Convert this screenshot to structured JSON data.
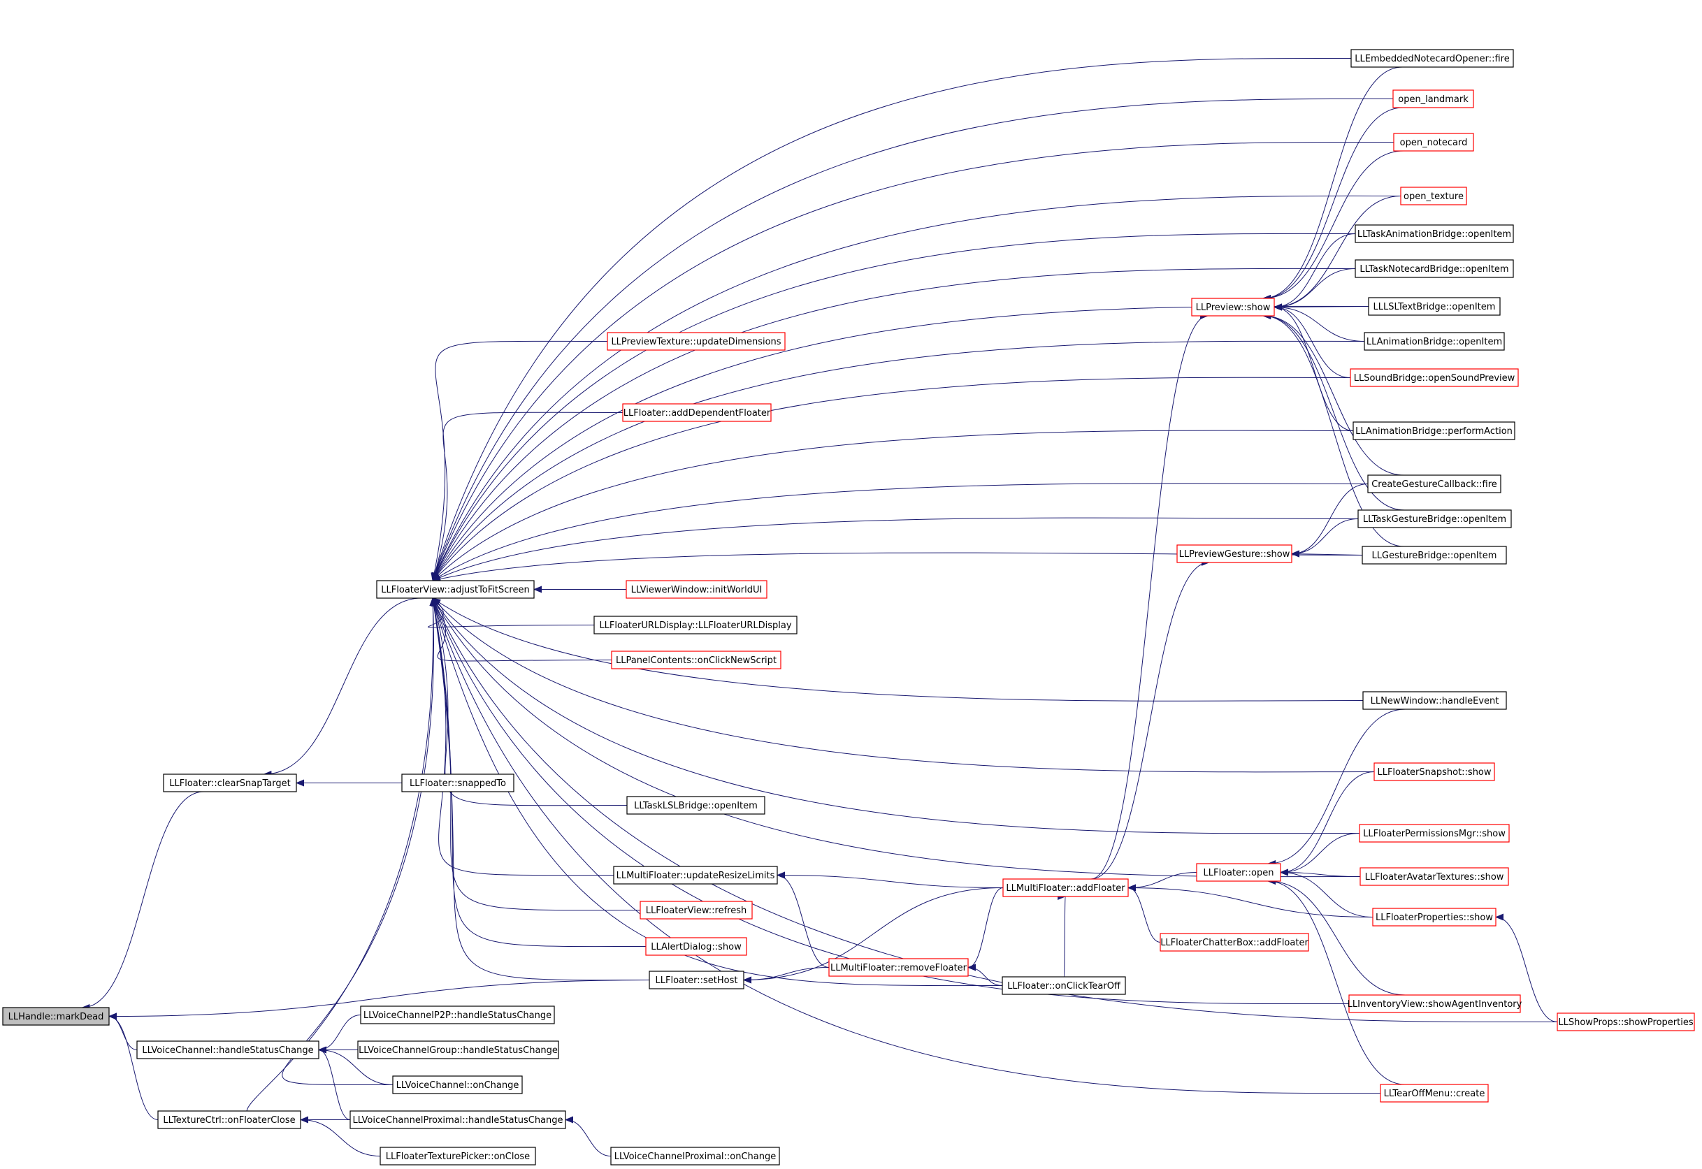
{
  "colors": {
    "edge": "#191970",
    "node_border_default": "#000000",
    "node_border_incomplete": "#ff0000",
    "node_fill": "#ffffff",
    "node_fill_root": "#bfbfbf",
    "text": "#000000"
  },
  "nodes": [
    {
      "id": "markDead",
      "label": "LLHandle::markDead",
      "style": "root"
    },
    {
      "id": "clearSnap",
      "label": "LLFloater::clearSnapTarget",
      "style": "black"
    },
    {
      "id": "snappedTo",
      "label": "LLFloater::snappedTo",
      "style": "black"
    },
    {
      "id": "vcHandle",
      "label": "LLVoiceChannel::handleStatusChange",
      "style": "black"
    },
    {
      "id": "texClose",
      "label": "LLTextureCtrl::onFloaterClose",
      "style": "black"
    },
    {
      "id": "adjust",
      "label": "LLFloaterView::adjustToFitScreen",
      "style": "black"
    },
    {
      "id": "setHost",
      "label": "LLFloater::setHost",
      "style": "black"
    },
    {
      "id": "p2p",
      "label": "LLVoiceChannelP2P::handleStatusChange",
      "style": "black"
    },
    {
      "id": "group",
      "label": "LLVoiceChannelGroup::handleStatusChange",
      "style": "black"
    },
    {
      "id": "vcOnChange",
      "label": "LLVoiceChannel::onChange",
      "style": "black"
    },
    {
      "id": "proxHandle",
      "label": "LLVoiceChannelProximal::handleStatusChange",
      "style": "black"
    },
    {
      "id": "pickerClose",
      "label": "LLFloaterTexturePicker::onClose",
      "style": "black"
    },
    {
      "id": "proxOnChange",
      "label": "LLVoiceChannelProximal::onChange",
      "style": "black"
    },
    {
      "id": "prevTexUpd",
      "label": "LLPreviewTexture::updateDimensions",
      "style": "red"
    },
    {
      "id": "addDep",
      "label": "LLFloater::addDependentFloater",
      "style": "red"
    },
    {
      "id": "initWorld",
      "label": "LLViewerWindow::initWorldUI",
      "style": "red"
    },
    {
      "id": "urlDisplay",
      "label": "LLFloaterURLDisplay::LLFloaterURLDisplay",
      "style": "black"
    },
    {
      "id": "newScript",
      "label": "LLPanelContents::onClickNewScript",
      "style": "red"
    },
    {
      "id": "taskLSL",
      "label": "LLTaskLSLBridge::openItem",
      "style": "black"
    },
    {
      "id": "resizeLim",
      "label": "LLMultiFloater::updateResizeLimits",
      "style": "black"
    },
    {
      "id": "fvRefresh",
      "label": "LLFloaterView::refresh",
      "style": "red"
    },
    {
      "id": "alertShow",
      "label": "LLAlertDialog::show",
      "style": "red"
    },
    {
      "id": "removeFl",
      "label": "LLMultiFloater::removeFloater",
      "style": "red"
    },
    {
      "id": "addFl",
      "label": "LLMultiFloater::addFloater",
      "style": "red"
    },
    {
      "id": "tearOff",
      "label": "LLFloater::onClickTearOff",
      "style": "black"
    },
    {
      "id": "chatter",
      "label": "LLFloaterChatterBox::addFloater",
      "style": "red"
    },
    {
      "id": "preview",
      "label": "LLPreview::show",
      "style": "red"
    },
    {
      "id": "prevGest",
      "label": "LLPreviewGesture::show",
      "style": "red"
    },
    {
      "id": "flOpen",
      "label": "LLFloater::open",
      "style": "red"
    },
    {
      "id": "embNote",
      "label": "LLEmbeddedNotecardOpener::fire",
      "style": "black"
    },
    {
      "id": "openLand",
      "label": "open_landmark",
      "style": "red"
    },
    {
      "id": "openNote",
      "label": "open_notecard",
      "style": "red"
    },
    {
      "id": "openTex",
      "label": "open_texture",
      "style": "red"
    },
    {
      "id": "taskAnim",
      "label": "LLTaskAnimationBridge::openItem",
      "style": "black"
    },
    {
      "id": "taskNote",
      "label": "LLTaskNotecardBridge::openItem",
      "style": "black"
    },
    {
      "id": "lslText",
      "label": "LLLSLTextBridge::openItem",
      "style": "black"
    },
    {
      "id": "animOpen",
      "label": "LLAnimationBridge::openItem",
      "style": "black"
    },
    {
      "id": "soundPrev",
      "label": "LLSoundBridge::openSoundPreview",
      "style": "red"
    },
    {
      "id": "animPerf",
      "label": "LLAnimationBridge::performAction",
      "style": "black"
    },
    {
      "id": "gestCb",
      "label": "CreateGestureCallback::fire",
      "style": "black"
    },
    {
      "id": "taskGest",
      "label": "LLTaskGestureBridge::openItem",
      "style": "black"
    },
    {
      "id": "gestOpen",
      "label": "LLGestureBridge::openItem",
      "style": "black"
    },
    {
      "id": "newWin",
      "label": "LLNewWindow::handleEvent",
      "style": "black"
    },
    {
      "id": "snapShow",
      "label": "LLFloaterSnapshot::show",
      "style": "red"
    },
    {
      "id": "permShow",
      "label": "LLFloaterPermissionsMgr::show",
      "style": "red"
    },
    {
      "id": "avTex",
      "label": "LLFloaterAvatarTextures::show",
      "style": "red"
    },
    {
      "id": "propShow",
      "label": "LLFloaterProperties::show",
      "style": "red"
    },
    {
      "id": "invShow",
      "label": "LLInventoryView::showAgentInventory",
      "style": "red"
    },
    {
      "id": "showProps",
      "label": "LLShowProps::showProperties",
      "style": "red"
    },
    {
      "id": "tearMenu",
      "label": "LLTearOffMenu::create",
      "style": "red"
    }
  ],
  "edges": [
    [
      "clearSnap",
      "markDead"
    ],
    [
      "vcHandle",
      "markDead"
    ],
    [
      "texClose",
      "markDead"
    ],
    [
      "setHost",
      "markDead"
    ],
    [
      "adjust",
      "clearSnap"
    ],
    [
      "snappedTo",
      "clearSnap"
    ],
    [
      "p2p",
      "vcHandle"
    ],
    [
      "group",
      "vcHandle"
    ],
    [
      "vcOnChange",
      "vcHandle"
    ],
    [
      "proxHandle",
      "vcHandle"
    ],
    [
      "pickerClose",
      "texClose"
    ],
    [
      "proxOnChange",
      "proxHandle"
    ],
    [
      "addFl",
      "setHost"
    ],
    [
      "removeFl",
      "setHost"
    ],
    [
      "tearOff",
      "removeFl"
    ],
    [
      "addFl",
      "removeFl"
    ],
    [
      "removeFl",
      "resizeLim"
    ],
    [
      "addFl",
      "resizeLim"
    ],
    [
      "tearOff",
      "addFl"
    ],
    [
      "flOpen",
      "addFl"
    ],
    [
      "propShow",
      "addFl"
    ],
    [
      "chatter",
      "addFl"
    ],
    [
      "snapShow",
      "flOpen"
    ],
    [
      "permShow",
      "flOpen"
    ],
    [
      "avTex",
      "flOpen"
    ],
    [
      "propShow",
      "flOpen"
    ],
    [
      "invShow",
      "flOpen"
    ],
    [
      "tearMenu",
      "flOpen"
    ],
    [
      "newWin",
      "flOpen"
    ],
    [
      "showProps",
      "propShow"
    ],
    [
      "addFl",
      "preview"
    ],
    [
      "addFl",
      "prevGest"
    ],
    [
      "embNote",
      "preview"
    ],
    [
      "openLand",
      "preview"
    ],
    [
      "openNote",
      "preview"
    ],
    [
      "openTex",
      "preview"
    ],
    [
      "taskAnim",
      "preview"
    ],
    [
      "taskNote",
      "preview"
    ],
    [
      "lslText",
      "preview"
    ],
    [
      "animOpen",
      "preview"
    ],
    [
      "soundPrev",
      "preview"
    ],
    [
      "animPerf",
      "preview"
    ],
    [
      "gestCb",
      "preview"
    ],
    [
      "taskGest",
      "preview"
    ],
    [
      "gestOpen",
      "preview"
    ],
    [
      "gestCb",
      "prevGest"
    ],
    [
      "taskGest",
      "prevGest"
    ],
    [
      "gestOpen",
      "prevGest"
    ],
    [
      "prevTexUpd",
      "adjust"
    ],
    [
      "addDep",
      "adjust"
    ],
    [
      "initWorld",
      "adjust"
    ],
    [
      "urlDisplay",
      "adjust"
    ],
    [
      "newScript",
      "adjust"
    ],
    [
      "taskLSL",
      "adjust"
    ],
    [
      "resizeLim",
      "adjust"
    ],
    [
      "fvRefresh",
      "adjust"
    ],
    [
      "alertShow",
      "adjust"
    ],
    [
      "setHost",
      "adjust"
    ],
    [
      "tearOff",
      "adjust"
    ],
    [
      "invShow",
      "adjust"
    ],
    [
      "vcOnChange",
      "adjust"
    ],
    [
      "tearMenu",
      "adjust"
    ],
    [
      "proxHandle",
      "adjust"
    ],
    [
      "showProps",
      "adjust"
    ],
    [
      "embNote",
      "adjust"
    ],
    [
      "openLand",
      "adjust"
    ],
    [
      "openNote",
      "adjust"
    ],
    [
      "openTex",
      "adjust"
    ],
    [
      "taskAnim",
      "adjust"
    ],
    [
      "taskNote",
      "adjust"
    ],
    [
      "lslText",
      "adjust"
    ],
    [
      "animOpen",
      "adjust"
    ],
    [
      "soundPrev",
      "adjust"
    ],
    [
      "animPerf",
      "adjust"
    ],
    [
      "gestCb",
      "adjust"
    ],
    [
      "taskGest",
      "adjust"
    ],
    [
      "gestOpen",
      "adjust"
    ],
    [
      "newWin",
      "adjust"
    ],
    [
      "snapShow",
      "adjust"
    ],
    [
      "permShow",
      "adjust"
    ],
    [
      "avTex",
      "adjust"
    ]
  ]
}
